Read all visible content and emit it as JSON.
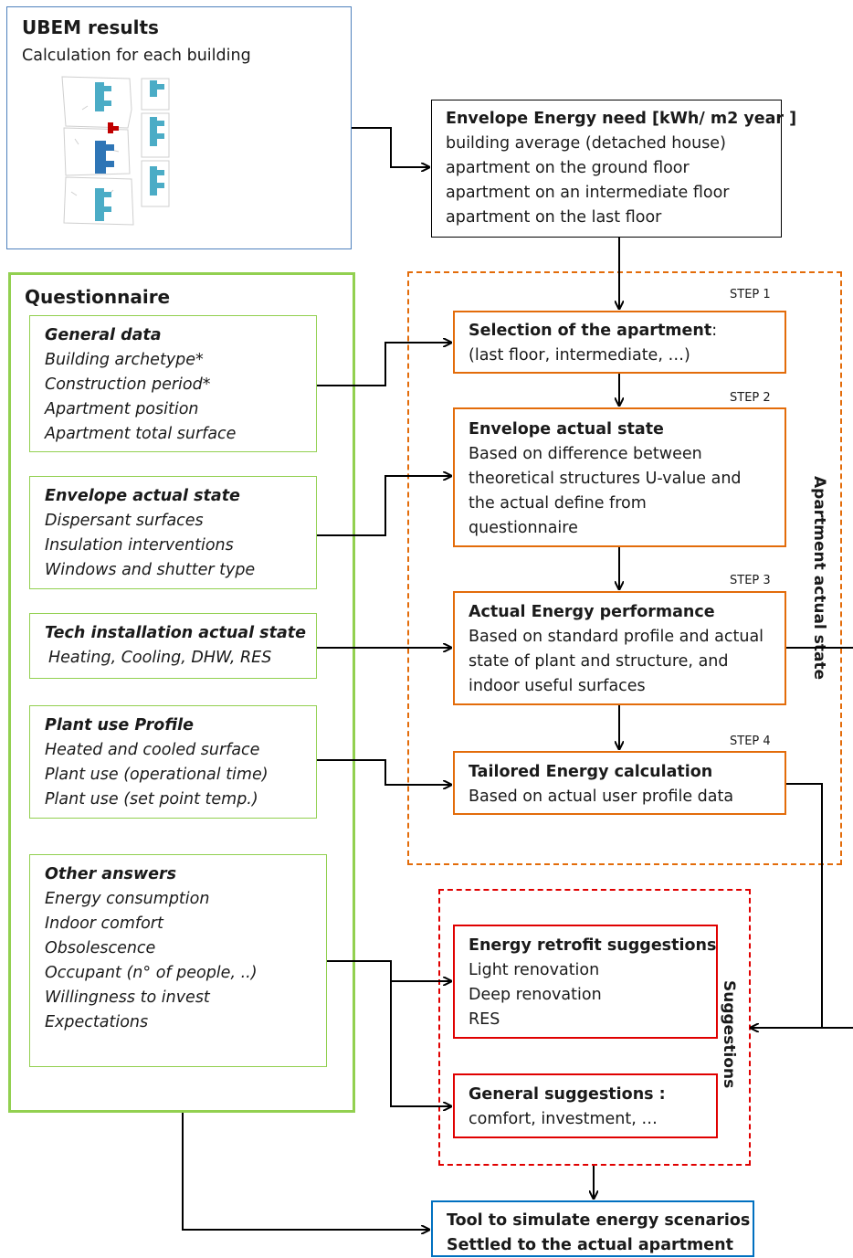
{
  "ubem": {
    "title": "UBEM results",
    "subtitle": "Calculation for each building"
  },
  "envelope_need": {
    "title": "Envelope Energy need [kWh/ m2 year ]",
    "lines": [
      "building average (detached house)",
      "apartment on the ground floor",
      "apartment on an intermediate floor",
      "apartment on the last floor"
    ]
  },
  "questionnaire": {
    "title": "Questionnaire",
    "general_data": {
      "title": "General data",
      "items": [
        "Building archetype*",
        "Construction period*",
        "Apartment position",
        "Apartment total surface"
      ]
    },
    "envelope_state": {
      "title": "Envelope actual state",
      "items": [
        "Dispersant surfaces",
        "Insulation interventions",
        "Windows and shutter type"
      ]
    },
    "tech_installation": {
      "title": "Tech installation actual state",
      "items": [
        "Heating, Cooling, DHW, RES"
      ]
    },
    "plant_use": {
      "title": "Plant use  Profile",
      "items": [
        "Heated and cooled surface",
        "Plant use (operational time)",
        "Plant use (set point temp.)"
      ]
    },
    "other_answers": {
      "title": "Other answers",
      "items": [
        "Energy consumption",
        "Indoor comfort",
        "Obsolescence",
        "Occupant (n° of people, ..)",
        "Willingness to invest",
        "Expectations"
      ]
    }
  },
  "steps": {
    "s1": {
      "label": "STEP 1",
      "title": "Selection of the apartment",
      "title_suffix": ":",
      "lines": [
        "(last floor, intermediate, …)"
      ]
    },
    "s2": {
      "label": "STEP 2",
      "title": "Envelope actual state",
      "lines": [
        "Based on difference between",
        "theoretical structures U-value and",
        "the actual define from",
        "questionnaire"
      ]
    },
    "s3": {
      "label": "STEP 3",
      "title": "Actual Energy performance",
      "lines": [
        "Based on standard profile and actual",
        "state of plant and structure, and",
        "indoor useful surfaces"
      ]
    },
    "s4": {
      "label": "STEP 4",
      "title": "Tailored Energy calculation",
      "lines": [
        "Based on actual user profile data"
      ]
    }
  },
  "apartment_group_label": "Apartment actual state",
  "suggestions_group_label": "Suggestions",
  "retrofit": {
    "title": "Energy retrofit suggestions",
    "lines": [
      "Light renovation",
      "Deep renovation",
      "RES"
    ]
  },
  "general_suggestions": {
    "title": "General suggestions :",
    "lines": [
      "comfort, investment, …"
    ]
  },
  "tool": {
    "lines": [
      "Tool to simulate energy scenarios",
      "Settled to the actual apartment"
    ]
  },
  "colors": {
    "ubem_border": "#4f81bd",
    "tool_border": "#0070c0",
    "questionnaire_green": "#92d050",
    "step_orange": "#e36c0a",
    "suggestion_red": "#e00000",
    "building_teal": "#4bacc6",
    "building_blue": "#2e75b6",
    "building_red": "#c00000"
  }
}
